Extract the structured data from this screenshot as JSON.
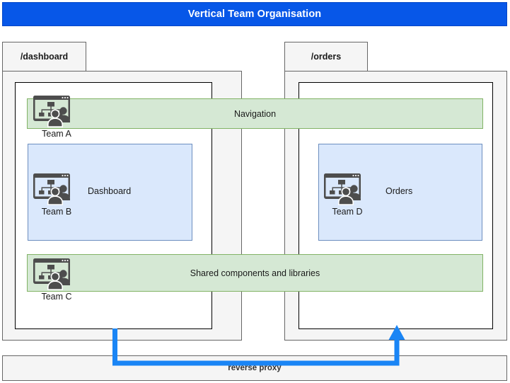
{
  "header": {
    "title": "Vertical Team Organisation",
    "color": "#0757e8"
  },
  "routes": [
    {
      "name": "dashboard",
      "label": "/dashboard"
    },
    {
      "name": "orders",
      "label": "/orders"
    }
  ],
  "bands": [
    {
      "name": "navigation",
      "label": "Navigation",
      "team": "Team A",
      "color": "#d5e8d4"
    },
    {
      "name": "shared",
      "label": "Shared components and libraries",
      "team": "Team C",
      "color": "#d5e8d4"
    }
  ],
  "features": [
    {
      "name": "dashboard",
      "label": "Dashboard",
      "team": "Team B",
      "color": "#dae8fc"
    },
    {
      "name": "orders",
      "label": "Orders",
      "team": "Team D",
      "color": "#dae8fc"
    }
  ],
  "teams": {
    "a": {
      "caption": "Team A",
      "icon": "team-org-chart-icon"
    },
    "b": {
      "caption": "Team B",
      "icon": "team-org-chart-icon"
    },
    "c": {
      "caption": "Team C",
      "icon": "team-org-chart-icon"
    },
    "d": {
      "caption": "Team D",
      "icon": "team-org-chart-icon"
    }
  },
  "proxy": {
    "label": "reverse proxy",
    "arrow_color": "#1a85f5"
  }
}
